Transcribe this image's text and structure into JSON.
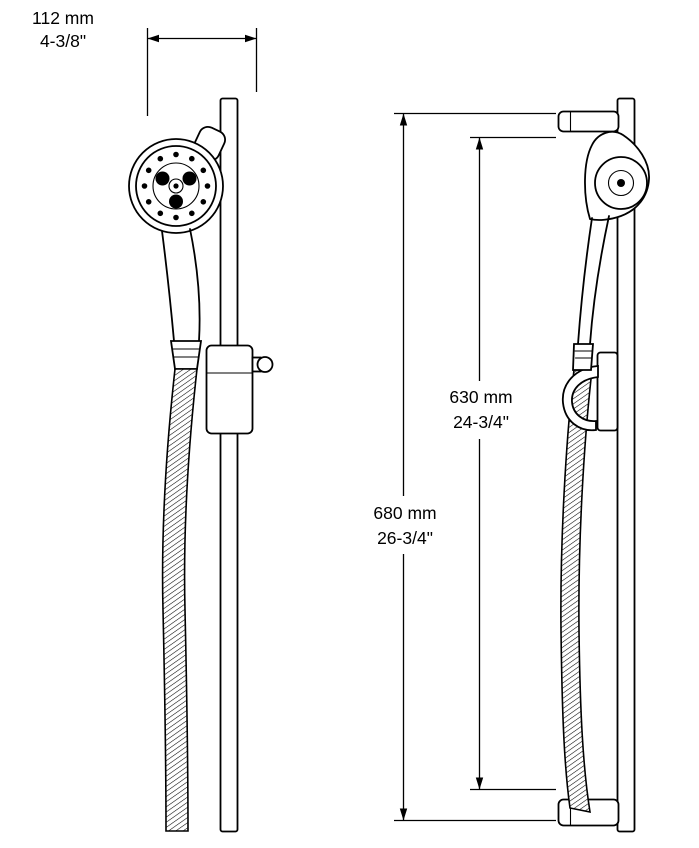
{
  "drawing": {
    "type": "shower-slide-bar-technical-dimension-drawing",
    "colors": {
      "line": "#000000",
      "background": "#ffffff"
    },
    "dimensions": {
      "width": {
        "metric": "112 mm",
        "imperial": "4-3/8\""
      },
      "inner_height": {
        "metric": "630 mm",
        "imperial": "24-3/4\""
      },
      "overall_height": {
        "metric": "680 mm",
        "imperial": "26-3/4\""
      }
    }
  }
}
